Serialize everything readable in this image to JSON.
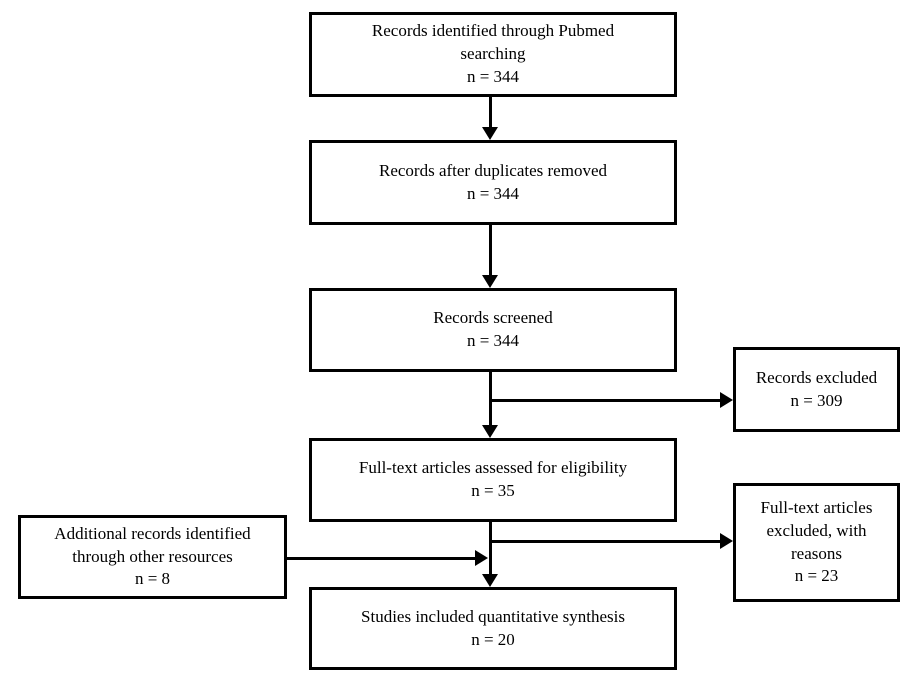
{
  "diagram": {
    "type": "prisma-flow-diagram",
    "colors": {
      "stroke": "#000000",
      "background": "#ffffff",
      "text": "#000000"
    },
    "nodes": {
      "identified": {
        "line1": "Records identified through Pubmed",
        "line2": "searching",
        "count": "n = 344"
      },
      "duplicates": {
        "line1": "Records after duplicates removed",
        "count": "n = 344"
      },
      "screened": {
        "line1": "Records screened",
        "count": "n = 344"
      },
      "records_excluded": {
        "line1": "Records excluded",
        "count": "n = 309"
      },
      "fulltext_assessed": {
        "line1": "Full-text articles assessed for eligibility",
        "count": "n = 35"
      },
      "fulltext_excluded": {
        "line1": "Full-text articles",
        "line2": "excluded, with",
        "line3": "reasons",
        "count": "n = 23"
      },
      "additional_records": {
        "line1": "Additional records identified",
        "line2": "through other resources",
        "count": "n = 8"
      },
      "included": {
        "line1": "Studies included quantitative synthesis",
        "count": "n = 20"
      }
    }
  }
}
